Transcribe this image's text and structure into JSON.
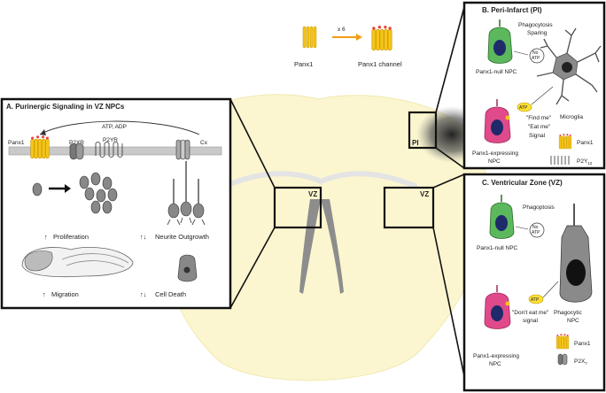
{
  "top_legend": {
    "panx1": "Panx1",
    "multiplier": "x 6",
    "channel": "Panx1 channel"
  },
  "panel_a": {
    "title": "A. Purinergic Signaling in VZ NPCs",
    "panx1": "Panx1",
    "p2xr": "P2XR",
    "atp_adp": "ATP, ADP",
    "p2yr": "P2YR",
    "cx": "Cx",
    "proliferation": "Proliferation",
    "neurite": "Neurite Outgrowth",
    "migration": "Migration",
    "cell_death": "Cell Death",
    "arrow_up": "↑",
    "arrow_updown": "↑↓"
  },
  "brain": {
    "vz_left": "VZ",
    "vz_right": "VZ",
    "pi": "PI"
  },
  "panel_b": {
    "title": "B. Peri-Infarct (PI)",
    "sparing_line1": "Phagocytosis",
    "sparing_line2": "Sparing",
    "no_atp_1": "No",
    "no_atp_2": "ATP",
    "null_npc": "Panx1-null NPC",
    "microglia": "Microglia",
    "atp": "ATP",
    "find_me": "\"Find me\"",
    "eat_me": "\"Eat me\"",
    "signal": "Signal",
    "expr_npc_1": "Panx1-expressing",
    "expr_npc_2": "NPC",
    "legend_panx1": "Panx1",
    "legend_p2y": "P2Y",
    "legend_p2y_sub": "12"
  },
  "panel_c": {
    "title": "C. Ventricular Zone (VZ)",
    "phagoptosis": "Phagoptosis",
    "no_atp_1": "No",
    "no_atp_2": "ATP",
    "null_npc": "Panx1-null NPC",
    "atp": "ATP",
    "dont_eat_1": "\"Don't eat me\"",
    "dont_eat_2": "signal",
    "phago_1": "Phagocytic",
    "phago_2": "NPC",
    "expr_npc_1": "Panx1-expressing",
    "expr_npc_2": "NPC",
    "legend_panx1": "Panx1",
    "legend_p2x": "P2X",
    "legend_p2x_sub": "7"
  },
  "colors": {
    "brain_fill": "#fbf6cf",
    "panx1_yellow": "#f5c518",
    "panx1_orange": "#f39c12",
    "npc_green": "#5cb85c",
    "npc_pink": "#e04a8a",
    "nucleus_blue": "#1f2a6b",
    "grey_cell": "#8a8a8a",
    "atp_yellow": "#ffe033"
  }
}
